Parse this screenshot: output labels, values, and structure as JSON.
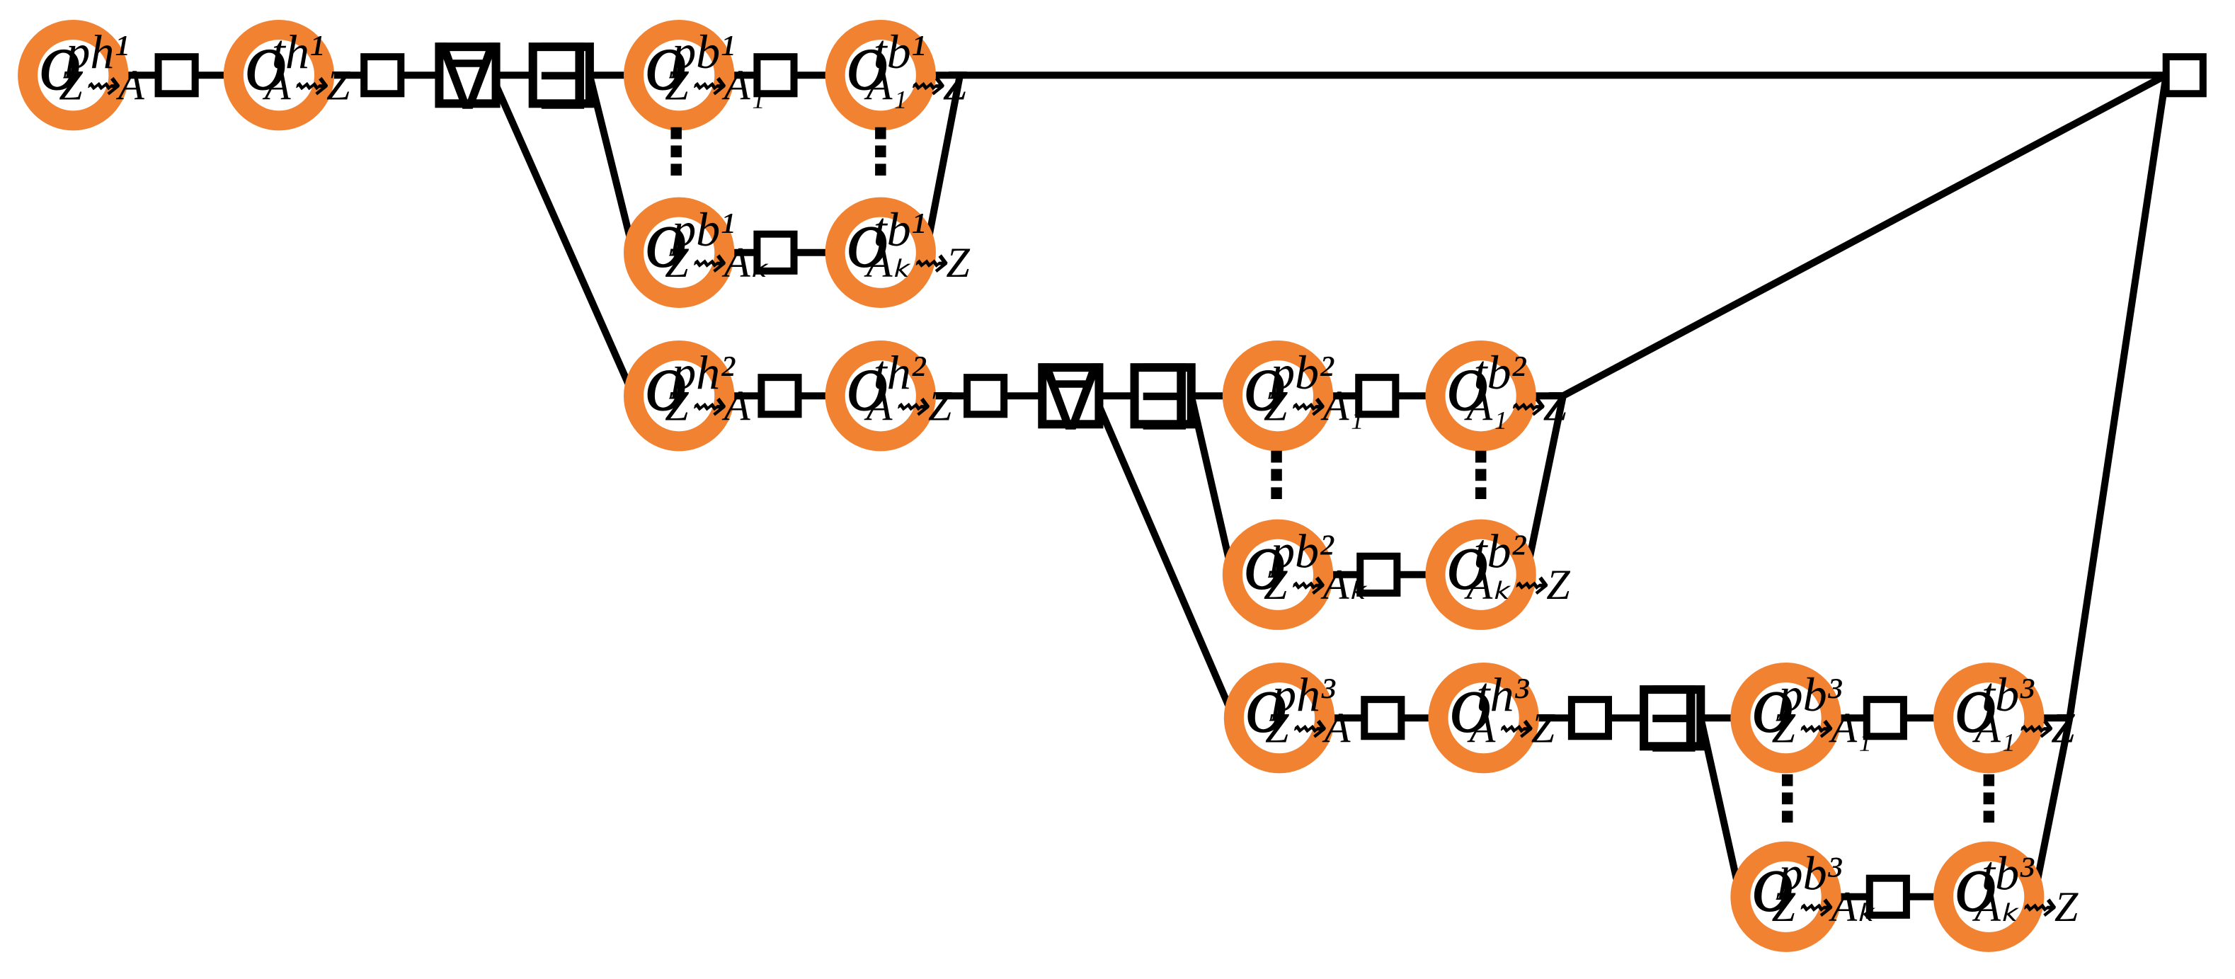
{
  "colors": {
    "node_ring": "#f08232",
    "edge": "#000000",
    "background": "#ffffff"
  },
  "symbols": {
    "forall": "∀",
    "exists": "∃",
    "vdots": "⋮"
  },
  "nodes": [
    {
      "sup": "ph¹",
      "sub": "Z⇝A"
    },
    {
      "sup": "th¹",
      "sub": "A⇝Z"
    },
    {
      "sup": "pb¹",
      "sub": "Z⇝A₁"
    },
    {
      "sup": "tb¹",
      "sub": "A₁⇝Z"
    },
    {
      "sup": "pb¹",
      "sub": "Z⇝Aₖ"
    },
    {
      "sup": "tb¹",
      "sub": "Aₖ⇝Z"
    },
    {
      "sup": "ph²",
      "sub": "Z⇝A"
    },
    {
      "sup": "th²",
      "sub": "A⇝Z"
    },
    {
      "sup": "pb²",
      "sub": "Z⇝A₁"
    },
    {
      "sup": "tb²",
      "sub": "A₁⇝Z"
    },
    {
      "sup": "pb²",
      "sub": "Z⇝Aₖ"
    },
    {
      "sup": "tb²",
      "sub": "Aₖ⇝Z"
    },
    {
      "sup": "ph³",
      "sub": "Z⇝A"
    },
    {
      "sup": "th³",
      "sub": "A⇝Z"
    },
    {
      "sup": "pb³",
      "sub": "Z⇝A₁"
    },
    {
      "sup": "tb³",
      "sub": "A₁⇝Z"
    },
    {
      "sup": "pb³",
      "sub": "Z⇝Aₖ"
    },
    {
      "sup": "tb³",
      "sub": "Aₖ⇝Z"
    }
  ],
  "node_letter": "o"
}
